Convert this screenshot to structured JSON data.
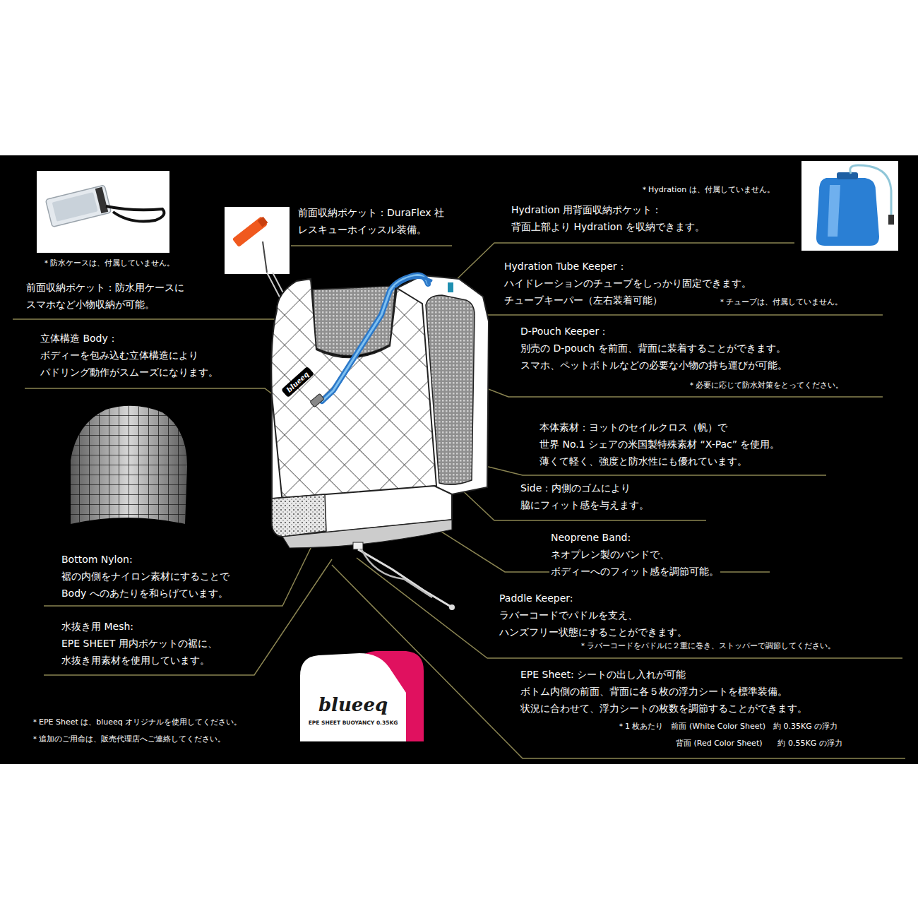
{
  "diagram": {
    "nodes": [
      {
        "text": [
          "blueeq",
          "EPE SHEET BUOYANCY 0.35KG"
        ]
      }
    ],
    "labels": [
      "＊防水ケースは、付属していません。",
      "前面収納ポケット：DuraFlex 社 レスキューホイッスル装備。",
      "＊Hydration は、付属していません。",
      "Hydration 用背面収納ポケット：",
      "背面上部より Hydration を収納できます。",
      "前面収納ポケット：防水用ケースに スマホなど小物収納が可能。",
      "Hydration Tube Keeper：",
      "ハイドレーションのチューブをしっかり固定できます。 チューブキーパー（左右装着可能）",
      "＊チューブは、付属していません。",
      "立体構造 Body：",
      "ボディーを包み込む立体構造により パドリング動作がスムーズになります。",
      "D-Pouch Keeper：",
      "別売の D-pouch を前面、背面に装着することができます。 スマホ、ペットボトルなどの必要な小物の持ち運びが可能。",
      "＊必要に応じて防水対策をとってください。",
      "blueeq",
      "本体素材：ヨットのセイルクロス（帆）で 世界 No.1 シェアの米国製特殊素材 “X-Pac” を使用。 薄くて軽く、強度と防水性にも優れています。",
      "Side：内側のゴムにより 脇にフィット感を与えます。",
      "Neoprene Band:",
      "ネオプレン製のバンドで、 ボディーへのフィット感を調節可能。",
      "Bottom Nylon:",
      "裾の内側をナイロン素材にすることで Body へのあたりを和らげています。",
      "Paddle Keeper:",
      "ラバーコードでパドルを支え、 ハンズフリー状態にすることができます。",
      "＊ラバーコードをパドルに２重に巻き、ストッパーで調節してください。",
      "水抜き用 Mesh:",
      "EPE SHEET 用内ポケットの裾に、 水抜き用素材を使用しています。",
      "EPE Sheet: シートの出し入れが可能",
      "ボトム内側の前面、背面に各５枚の浮力シートを標準装備。 状況に合わせて、浮力シートの枚数を調節することができます。",
      "＊1 枚あたり　前面 (White Color Sheet)　約 0.35KG の浮力",
      "背面 (Red Color Sheet)　　約 0.55KG の浮力",
      "＊EPE Sheet は、blueeq オリジナルを使用してください。",
      "＊追加のご用命は、販売代理店へご連絡してください。"
    ]
  }
}
